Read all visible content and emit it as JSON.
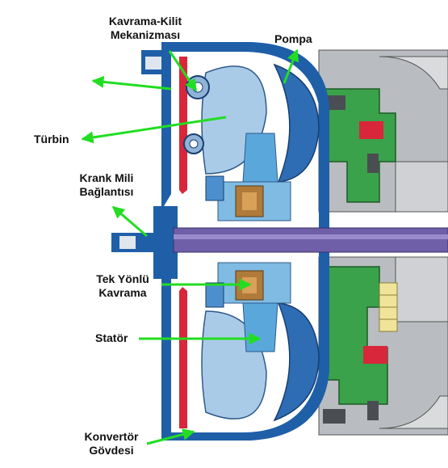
{
  "labels": {
    "kilit": [
      "Kavrama-Kilit",
      "Mekanizması"
    ],
    "pompa": "Pompa",
    "turbin": "Türbin",
    "krank": [
      "Krank Mili",
      "Bağlantısı"
    ],
    "tek_yonlu": [
      "Tek Yönlü",
      "Kavrama"
    ],
    "stator": "Statör",
    "govde": [
      "Konvertör",
      "Gövdesi"
    ]
  },
  "colors": {
    "arrow": "#22dd22",
    "housing": "#1f5fa8",
    "turbine": "#a9cbe8",
    "pump": "#2e6db4",
    "stator": "#5aa7dc",
    "lockup": "#d8263a",
    "gear": "#3aa24a",
    "shaft": "#6e5fa8",
    "bronze": "#b07a3a",
    "grey": "#b9bcc0",
    "yellow": "#efe49a"
  }
}
